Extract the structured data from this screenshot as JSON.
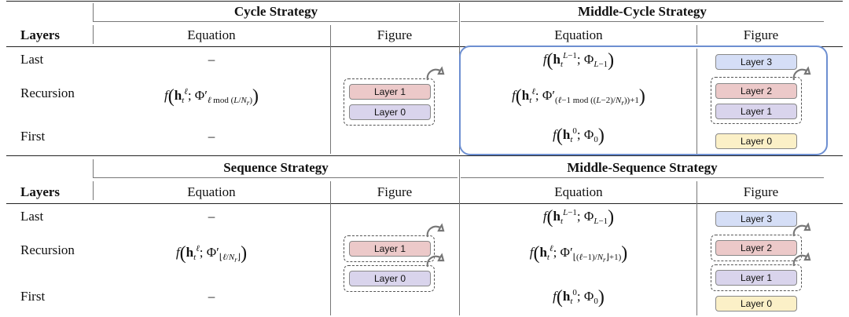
{
  "colors": {
    "layer3": "#d5def6",
    "layer2": "#ecc9c9",
    "layer1": "#d9d4ec",
    "layer0": "#fbf0c7",
    "highlight": "#6d8fd1"
  },
  "top": {
    "groups": [
      "Cycle Strategy",
      "Middle-Cycle Strategy"
    ],
    "layers_header": "Layers",
    "col_headers": [
      "Equation",
      "Figure",
      "Equation",
      "Figure"
    ],
    "rows": [
      {
        "label": "Last",
        "cycle_eq": "–",
        "mid_eq": "f(h_t^{L-1}; Φ_{L-1})"
      },
      {
        "label": "Recursion",
        "cycle_eq": "f(h_t^ℓ; Φ'_{ℓ mod (L/N_r)})",
        "mid_eq": "f(h_t^ℓ; Φ'_{(ℓ-1 mod ((L-2)/N_r))+1})"
      },
      {
        "label": "First",
        "cycle_eq": "–",
        "mid_eq": "f(h_t^0; Φ_0)"
      }
    ],
    "cycle_figure": [
      "Layer 1",
      "Layer 0"
    ],
    "mid_figure": [
      "Layer 3",
      "Layer 2",
      "Layer 1",
      "Layer 0"
    ]
  },
  "bottom": {
    "groups": [
      "Sequence Strategy",
      "Middle-Sequence Strategy"
    ],
    "layers_header": "Layers",
    "col_headers": [
      "Equation",
      "Figure",
      "Equation",
      "Figure"
    ],
    "rows": [
      {
        "label": "Last",
        "seq_eq": "–",
        "mid_eq": "f(h_t^{L-1}; Φ_{L-1})"
      },
      {
        "label": "Recursion",
        "seq_eq": "f(h_t^ℓ; Φ'_{⌊ℓ/N_r⌋})",
        "mid_eq": "f(h_t^ℓ; Φ'_{⌊(ℓ-1)/N_r⌋+1})"
      },
      {
        "label": "First",
        "seq_eq": "–",
        "mid_eq": "f(h_t^0; Φ_0)"
      }
    ],
    "seq_figure": [
      "Layer 1",
      "Layer 0"
    ],
    "mid_figure": [
      "Layer 3",
      "Layer 2",
      "Layer 1",
      "Layer 0"
    ]
  }
}
